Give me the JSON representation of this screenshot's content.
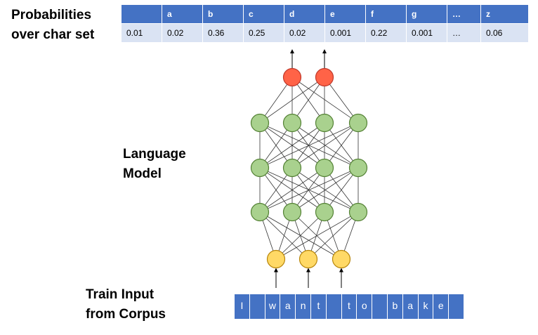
{
  "probabilities_label": [
    "Probabilities",
    "over char set"
  ],
  "language_model_label": [
    "Language",
    "Model"
  ],
  "train_input_label": [
    "Train Input",
    "from Corpus"
  ],
  "table": {
    "headers": [
      "",
      "a",
      "b",
      "c",
      "d",
      "e",
      "f",
      "g",
      "…",
      "z"
    ],
    "values": [
      "0.01",
      "0.02",
      "0.36",
      "0.25",
      "0.02",
      "0.001",
      "0.22",
      "0.001",
      "…",
      "0.06"
    ]
  },
  "input_chars": [
    "I",
    "",
    "w",
    "a",
    "n",
    "t",
    "",
    "t",
    "o",
    "",
    "b",
    "a",
    "k",
    "e",
    ""
  ],
  "network": {
    "layers": [
      3,
      4,
      4,
      4,
      2
    ],
    "layer_roles": [
      "input",
      "hidden",
      "hidden",
      "hidden",
      "output"
    ]
  },
  "colors": {
    "input_node": "#ffd966",
    "input_node_stroke": "#b8860b",
    "hidden_node": "#a9d18e",
    "hidden_node_stroke": "#548235",
    "output_node": "#ff6347",
    "output_node_stroke": "#c0392b",
    "table_header": "#4472c4",
    "table_values": "#dae3f3",
    "input_strip": "#4472c4"
  }
}
